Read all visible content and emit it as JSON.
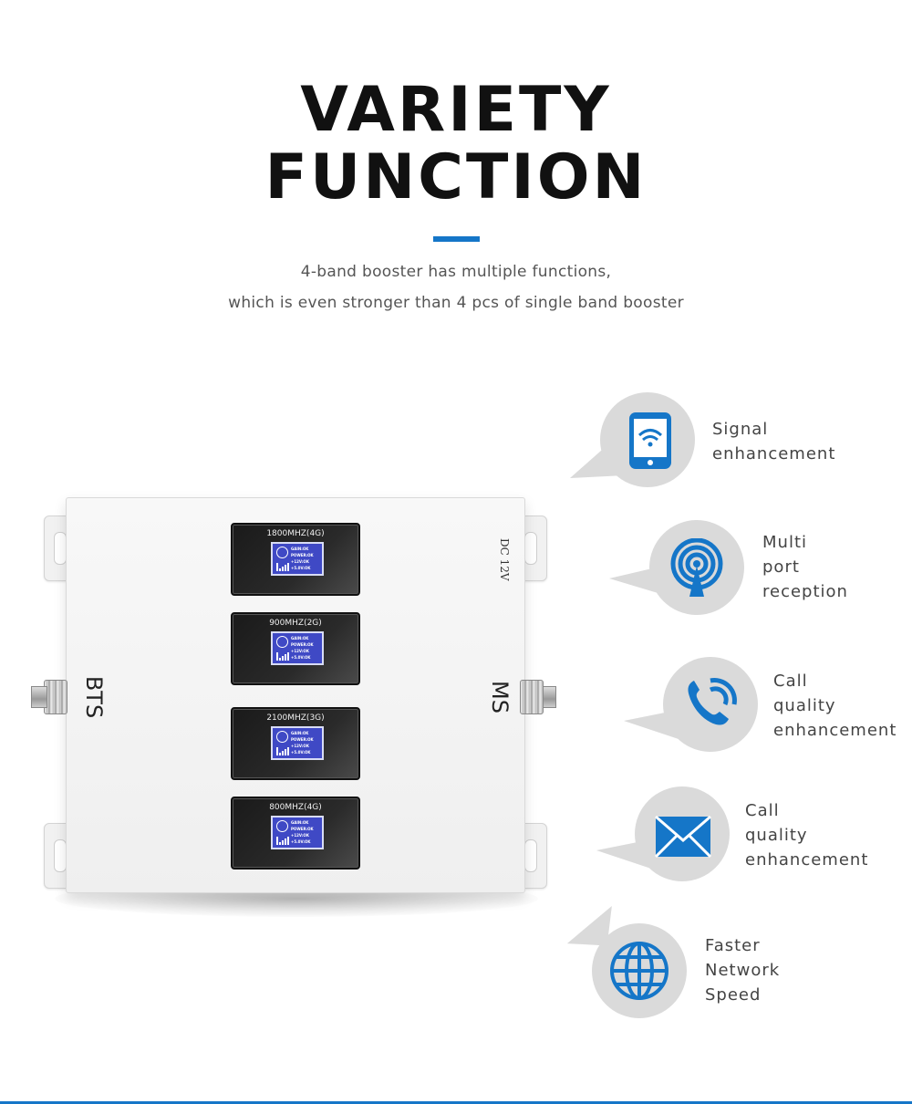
{
  "header": {
    "title_line1": "VARIETY",
    "title_line2": "FUNCTION",
    "subtitle_line1": "4-band booster has multiple functions,",
    "subtitle_line2": "which is even stronger than 4 pcs of single band booster"
  },
  "device": {
    "port_left": "BTS",
    "port_right": "MS",
    "power_label": "DC 12V",
    "panels": [
      {
        "band": "1800MHZ(4G)"
      },
      {
        "band": "900MHZ(2G)"
      },
      {
        "band": "2100MHZ(3G)"
      },
      {
        "band": "800MHZ(4G)"
      }
    ],
    "lcd_lines": [
      "GAIN:OK",
      "POWER:OK",
      "+12V:OK",
      "+5.0V:OK"
    ]
  },
  "features": [
    {
      "lines": [
        "Signal",
        "enhancement"
      ],
      "icon": "phone-wifi-icon"
    },
    {
      "lines": [
        "Multi",
        "port",
        "reception"
      ],
      "icon": "antenna-signal-icon"
    },
    {
      "lines": [
        "Call",
        "quality",
        "enhancement"
      ],
      "icon": "phone-call-icon"
    },
    {
      "lines": [
        "Call",
        "quality",
        "enhancement"
      ],
      "icon": "envelope-icon"
    },
    {
      "lines": [
        "Faster",
        "Network",
        "Speed"
      ],
      "icon": "globe-icon"
    }
  ],
  "colors": {
    "accent": "#1576c8",
    "bubble": "#dadada"
  }
}
